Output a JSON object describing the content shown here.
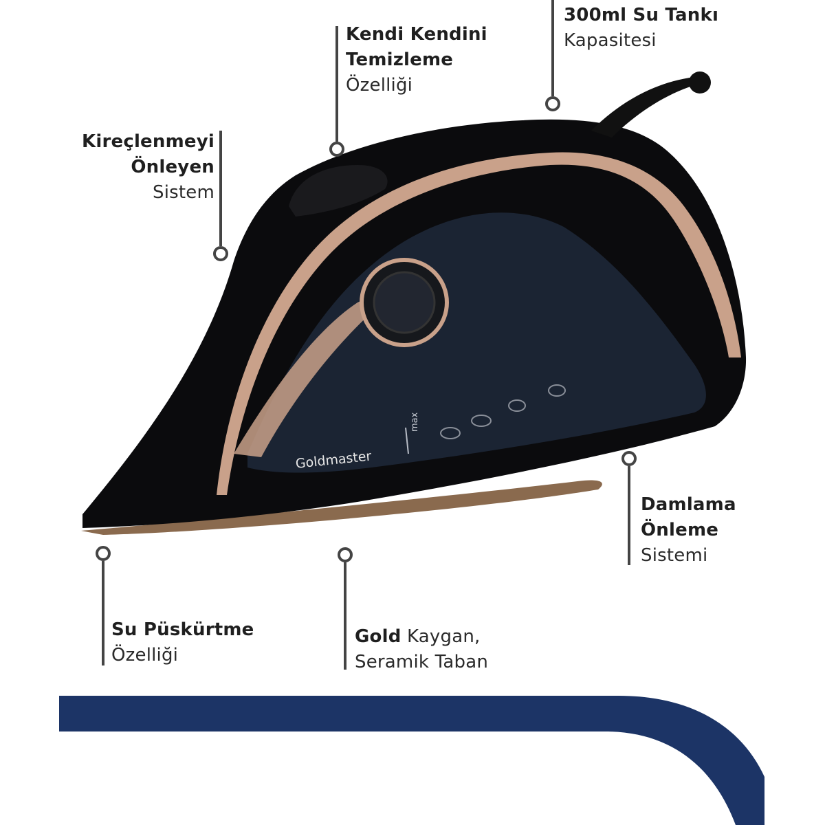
{
  "features": {
    "tank": {
      "bold": "300ml Su Tankı",
      "normal": "Kapasitesi"
    },
    "self_clean": {
      "bold1": "Kendi Kendini",
      "bold2": "Temizleme",
      "normal": "Özelliği"
    },
    "anti_calc": {
      "bold1": "Kireçlenmeyi",
      "bold2": "Önleyen",
      "normal": "Sistem"
    },
    "anti_drip": {
      "bold1": "Damlama",
      "bold2": "Önleme",
      "normal": "Sistemi"
    },
    "spray": {
      "bold": "Su Püskürtme",
      "normal": "Özelliği"
    },
    "soleplate": {
      "bold": "Gold",
      "normal1": " Kaygan,",
      "normal2": "Seramik Taban"
    }
  },
  "product": {
    "brand": "Goldmaster",
    "max_label": "max"
  },
  "colors": {
    "navy": "#1c3466",
    "rose_gold": "#c9a18a",
    "iron_black": "#0b0b0d",
    "iron_navy": "#1b2433",
    "sole": "#8a6a4e"
  }
}
